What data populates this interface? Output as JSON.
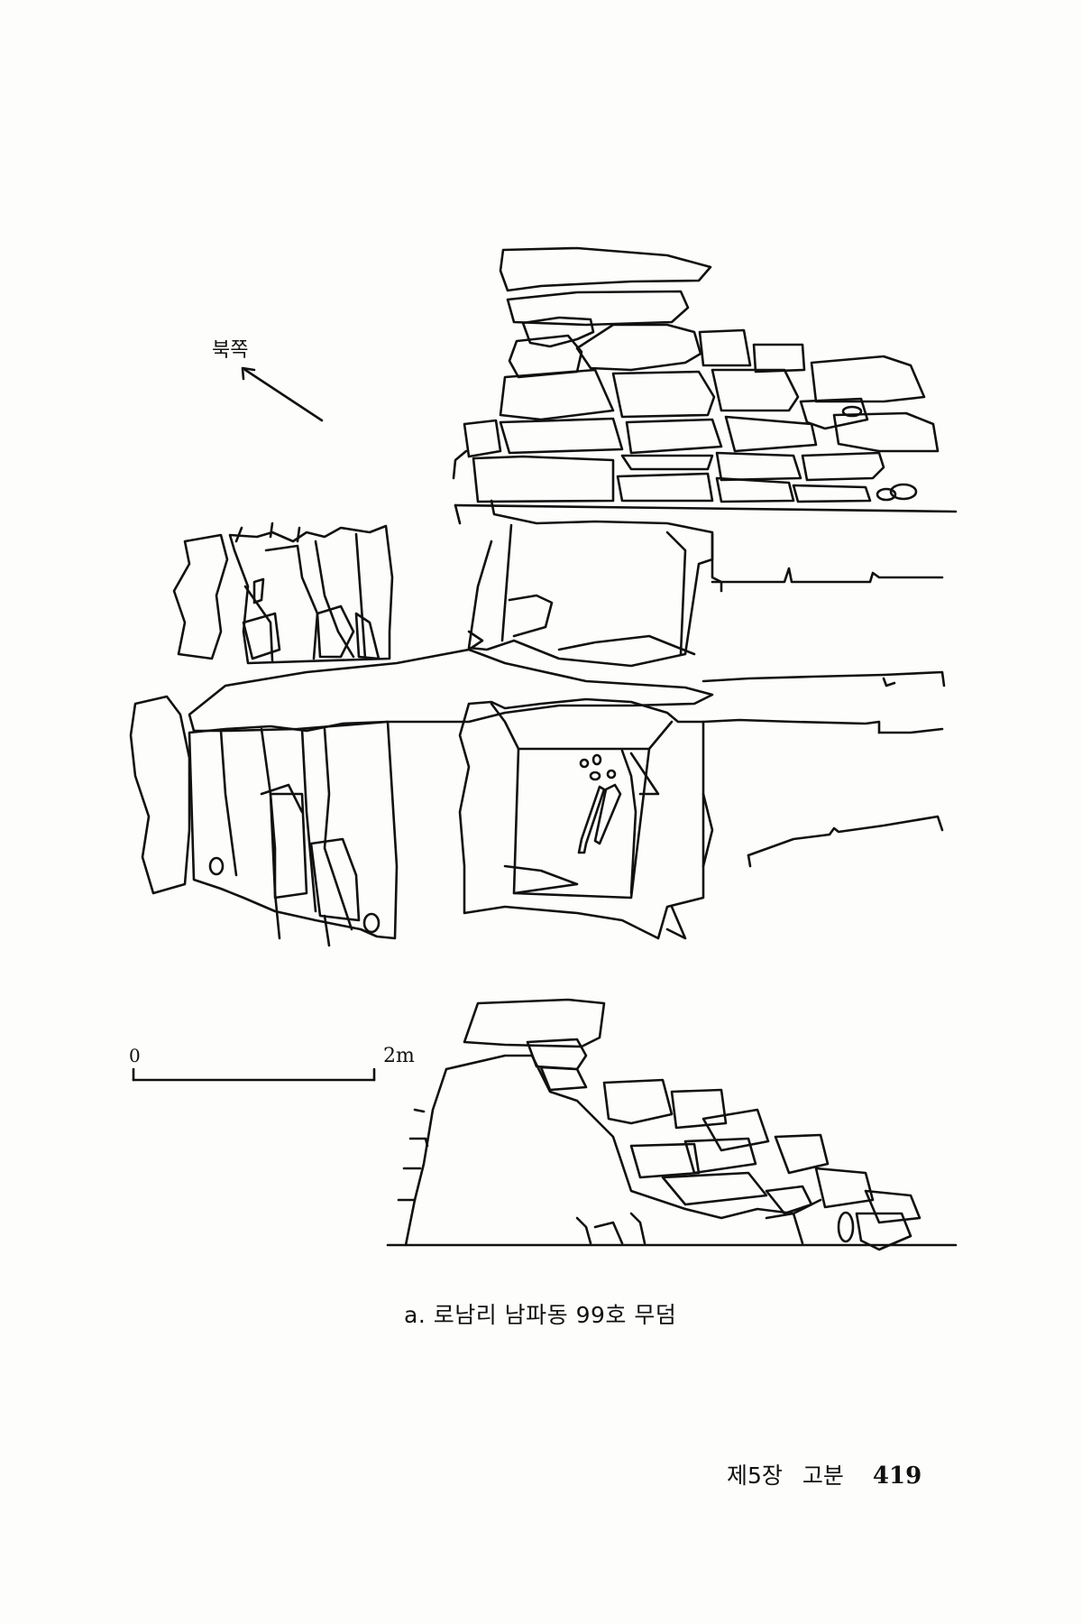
{
  "figure": {
    "north_label": "북쪽",
    "scale": {
      "start": "0",
      "end": "2m"
    },
    "caption": "a. 로남리 남파동 99호 무덤"
  },
  "footer": {
    "chapter": "제5장",
    "section": "고분",
    "page_number": "419"
  }
}
